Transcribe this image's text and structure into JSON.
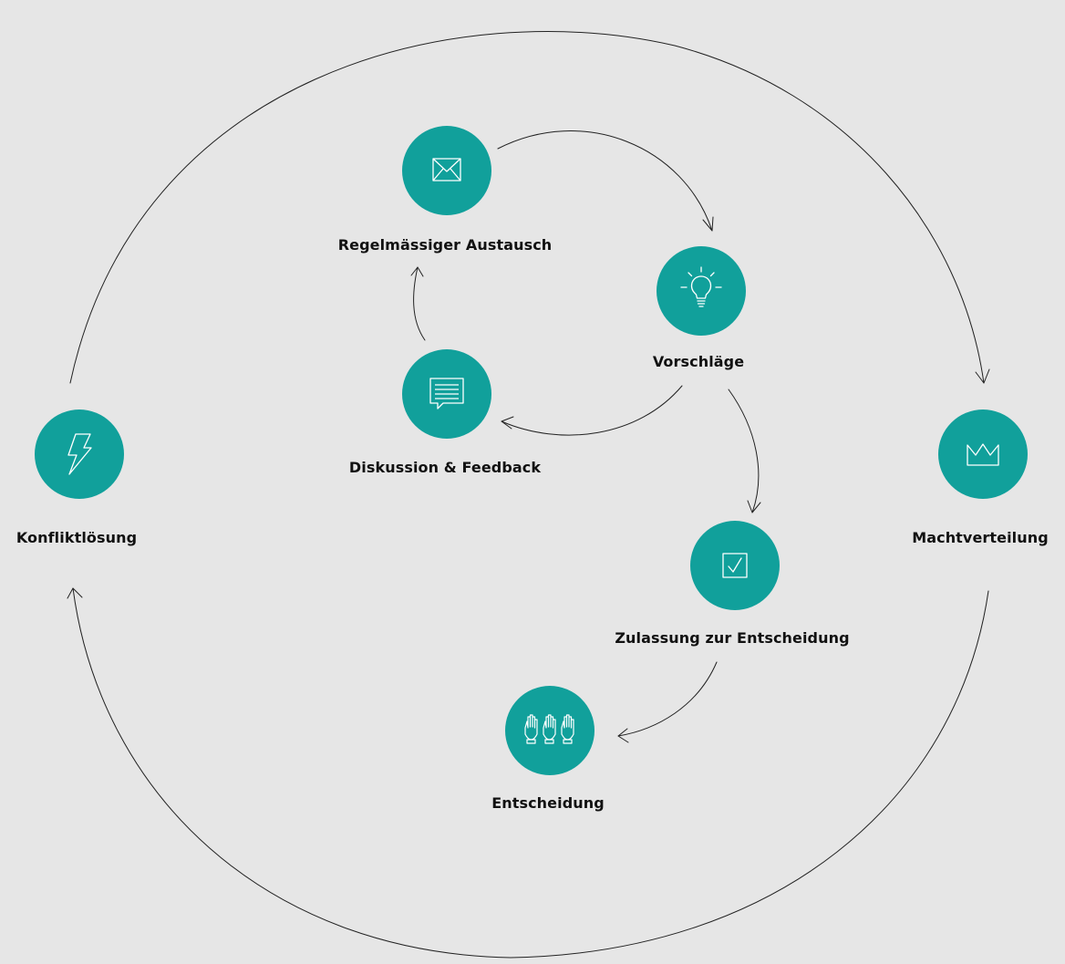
{
  "diagram": {
    "colors": {
      "background": "#e6e6e6",
      "node_fill": "#11a09b",
      "icon_stroke": "#ffffff",
      "connector": "#222222",
      "text": "#111111"
    },
    "nodes": {
      "exchange": {
        "label": "Regelmässiger Austausch",
        "icon": "envelope-icon"
      },
      "proposals": {
        "label": "Vorschläge",
        "icon": "lightbulb-icon"
      },
      "discussion": {
        "label": "Diskussion & Feedback",
        "icon": "speech-bubble-icon"
      },
      "conflict": {
        "label": "Konfliktlösung",
        "icon": "lightning-icon"
      },
      "power": {
        "label": "Machtverteilung",
        "icon": "crown-icon"
      },
      "admission": {
        "label": "Zulassung zur Entscheidung",
        "icon": "checkbox-icon"
      },
      "decision": {
        "label": "Entscheidung",
        "icon": "raised-hands-icon"
      }
    },
    "edges": [
      {
        "from": "exchange",
        "to": "proposals"
      },
      {
        "from": "proposals",
        "to": "discussion"
      },
      {
        "from": "discussion",
        "to": "exchange"
      },
      {
        "from": "proposals",
        "to": "admission"
      },
      {
        "from": "admission",
        "to": "decision"
      },
      {
        "from": "conflict",
        "to": "power"
      },
      {
        "from": "power",
        "to": "conflict"
      }
    ]
  }
}
